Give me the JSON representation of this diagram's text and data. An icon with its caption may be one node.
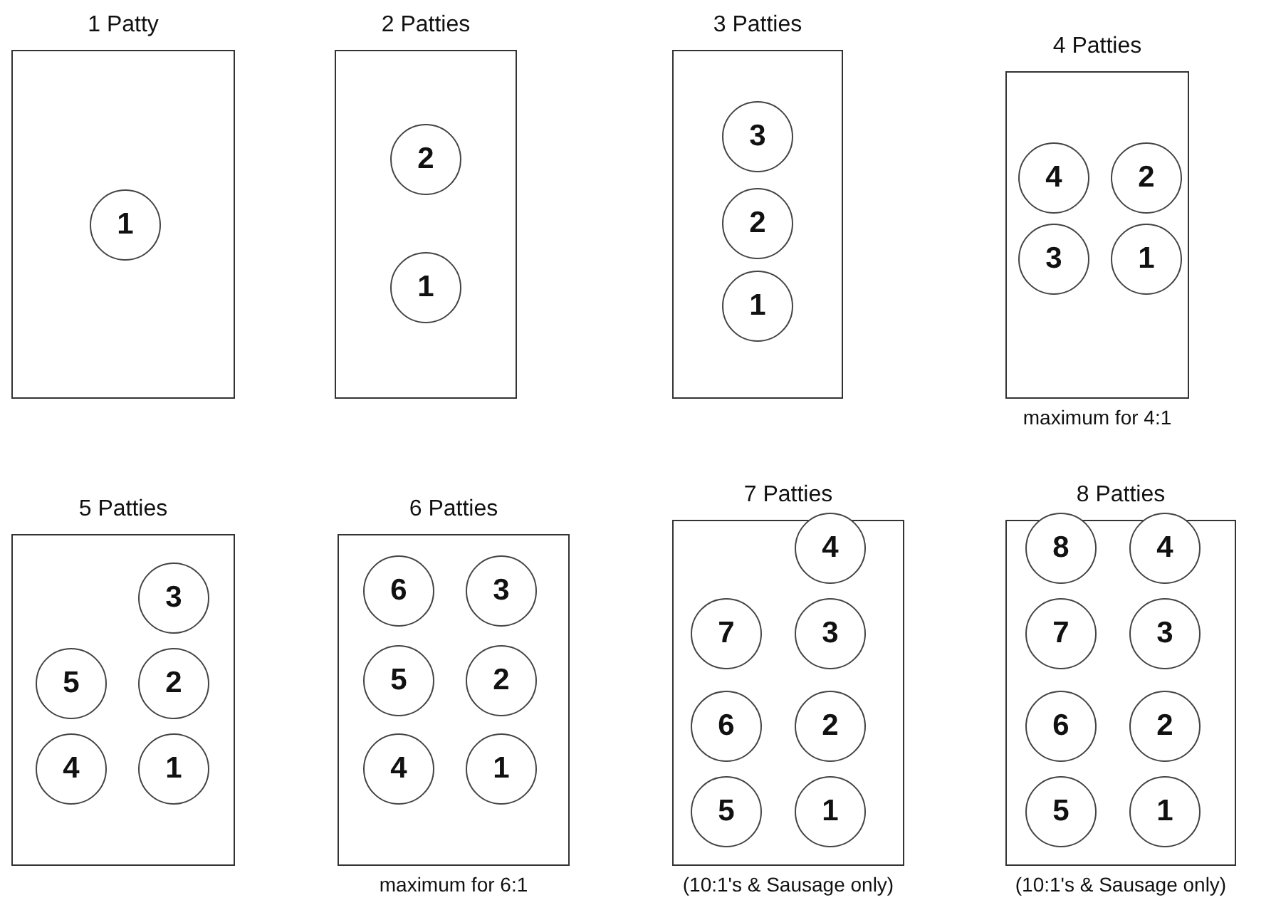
{
  "diagram": {
    "nodes": [
      {
        "text": [
          "1 Patty"
        ]
      },
      {
        "text": [
          "1"
        ],
        "in": 0
      },
      {
        "text": [
          "2 Patties"
        ]
      },
      {
        "text": [
          "2"
        ],
        "in": 2
      },
      {
        "text": [
          "1"
        ],
        "in": 2
      },
      {
        "text": [
          "3 Patties"
        ]
      },
      {
        "text": [
          "3"
        ],
        "in": 5
      },
      {
        "text": [
          "2"
        ],
        "in": 5
      },
      {
        "text": [
          "1"
        ],
        "in": 5
      },
      {
        "text": [
          "4 Patties"
        ],
        "beside": [
          "maximum for 4:1"
        ]
      },
      {
        "text": [
          "4"
        ],
        "in": 9
      },
      {
        "text": [
          "2"
        ],
        "in": 9
      },
      {
        "text": [
          "3"
        ],
        "in": 9
      },
      {
        "text": [
          "1"
        ],
        "in": 9
      },
      {
        "text": [
          "5 Patties"
        ]
      },
      {
        "text": [
          "3"
        ],
        "in": 14
      },
      {
        "text": [
          "5"
        ],
        "in": 14
      },
      {
        "text": [
          "2"
        ],
        "in": 14
      },
      {
        "text": [
          "4"
        ],
        "in": 14
      },
      {
        "text": [
          "1"
        ],
        "in": 14
      },
      {
        "text": [
          "6 Patties"
        ],
        "beside": [
          "maximum for 6:1"
        ]
      },
      {
        "text": [
          "6"
        ],
        "in": 20
      },
      {
        "text": [
          "3"
        ],
        "in": 20
      },
      {
        "text": [
          "5"
        ],
        "in": 20
      },
      {
        "text": [
          "2"
        ],
        "in": 20
      },
      {
        "text": [
          "4"
        ],
        "in": 20
      },
      {
        "text": [
          "1"
        ],
        "in": 20
      },
      {
        "text": [
          "7 Patties"
        ],
        "beside": [
          "(10:1's & Sausage only)"
        ]
      },
      {
        "text": [
          "4"
        ],
        "in": 27
      },
      {
        "text": [
          "7"
        ],
        "in": 27
      },
      {
        "text": [
          "3"
        ],
        "in": 27
      },
      {
        "text": [
          "6"
        ],
        "in": 27
      },
      {
        "text": [
          "2"
        ],
        "in": 27
      },
      {
        "text": [
          "5"
        ],
        "in": 27
      },
      {
        "text": [
          "1"
        ],
        "in": 27
      },
      {
        "text": [
          "8 Patties"
        ],
        "beside": [
          "(10:1's & Sausage only)"
        ]
      },
      {
        "text": [
          "8"
        ],
        "in": 35
      },
      {
        "text": [
          "4"
        ],
        "in": 35
      },
      {
        "text": [
          "7"
        ],
        "in": 35
      },
      {
        "text": [
          "3"
        ],
        "in": 35
      },
      {
        "text": [
          "6"
        ],
        "in": 35
      },
      {
        "text": [
          "2"
        ],
        "in": 35
      },
      {
        "text": [
          "5"
        ],
        "in": 35
      },
      {
        "text": [
          "1"
        ],
        "in": 35
      }
    ]
  }
}
